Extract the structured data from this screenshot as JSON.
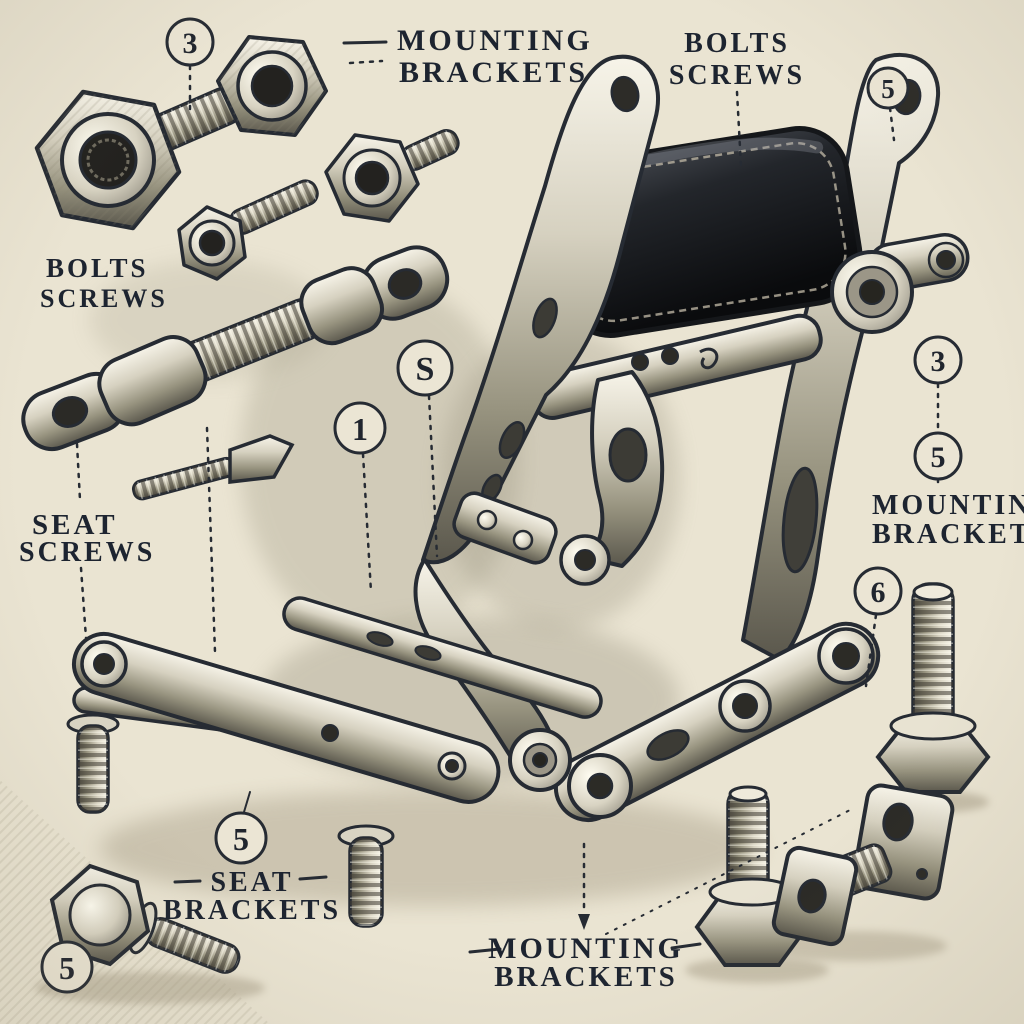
{
  "illustration": "exploded technical drawing of a metal seat bracket assembly with hardware parts",
  "colors": {
    "background": "#EAE4D2",
    "ink": "#262B33",
    "label_text": "#1D2430",
    "metal_light": "#F6F3E8",
    "metal_mid": "#C9C3B2",
    "metal_dark": "#57544A",
    "pad_black": "#131518",
    "shadow": "#A89F88"
  },
  "labels": {
    "mounting_brackets_top": {
      "line1": "MOUNTING",
      "line2": "BRACKETS"
    },
    "bolts_screws_top": {
      "line1": "BOLTS",
      "line2": "SCREWS"
    },
    "bolts_screws_left": {
      "line1": "BOLTS",
      "line2": "SCREWS"
    },
    "seat_screws_left": {
      "line1": "SEAT",
      "line2": "SCREWS"
    },
    "mounting_brackets_right": {
      "line1": "MOUNTING",
      "line2": "BRACKETS"
    },
    "seat_brackets_bottom": {
      "line1": "SEAT",
      "line2": "BRACKETS"
    },
    "mounting_brackets_bottom": {
      "line1": "MOUNTING",
      "line2": "BRACKETS"
    }
  },
  "callouts": {
    "c1": "3",
    "c2": "5",
    "c3": "S",
    "c4": "1",
    "c5": "3",
    "c6": "5",
    "c7": "6",
    "c8": "5",
    "c9": "5"
  }
}
